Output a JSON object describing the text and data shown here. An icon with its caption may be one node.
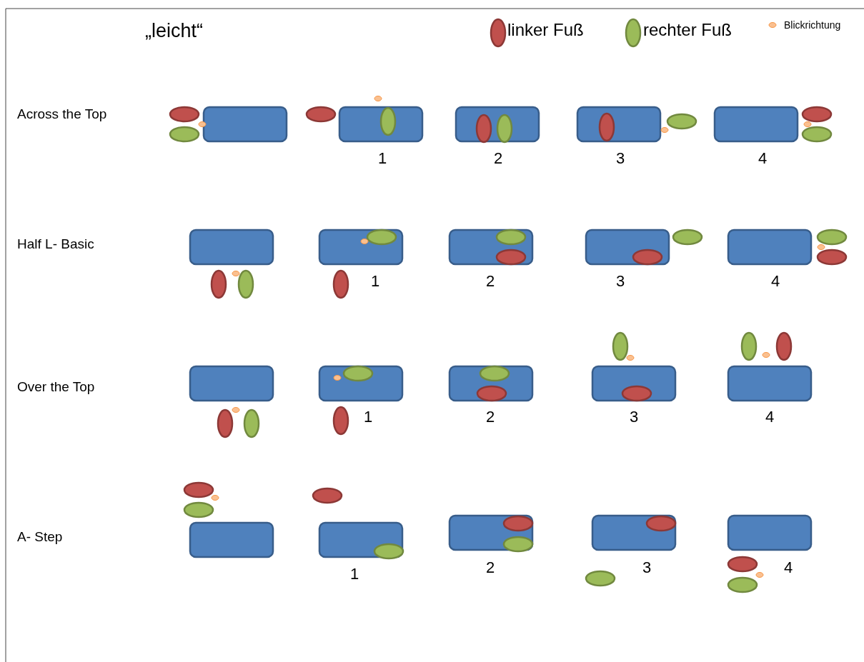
{
  "diagram": {
    "title": "„leicht“",
    "labels": [
      "Across the Top",
      "1",
      "2",
      "3",
      "4",
      "Half L- Basic",
      "1",
      "2",
      "3",
      "4",
      "Over the Top",
      "1",
      "2",
      "3",
      "4",
      "A- Step",
      "1",
      "2",
      "3",
      "4"
    ],
    "legend": [
      {
        "text": "linker Fuß",
        "color": "#c0504d"
      },
      {
        "text": "rechter Fuß",
        "color": "#9bbb59"
      },
      {
        "text": "Blickrichtung",
        "color": "#fac090"
      }
    ]
  }
}
